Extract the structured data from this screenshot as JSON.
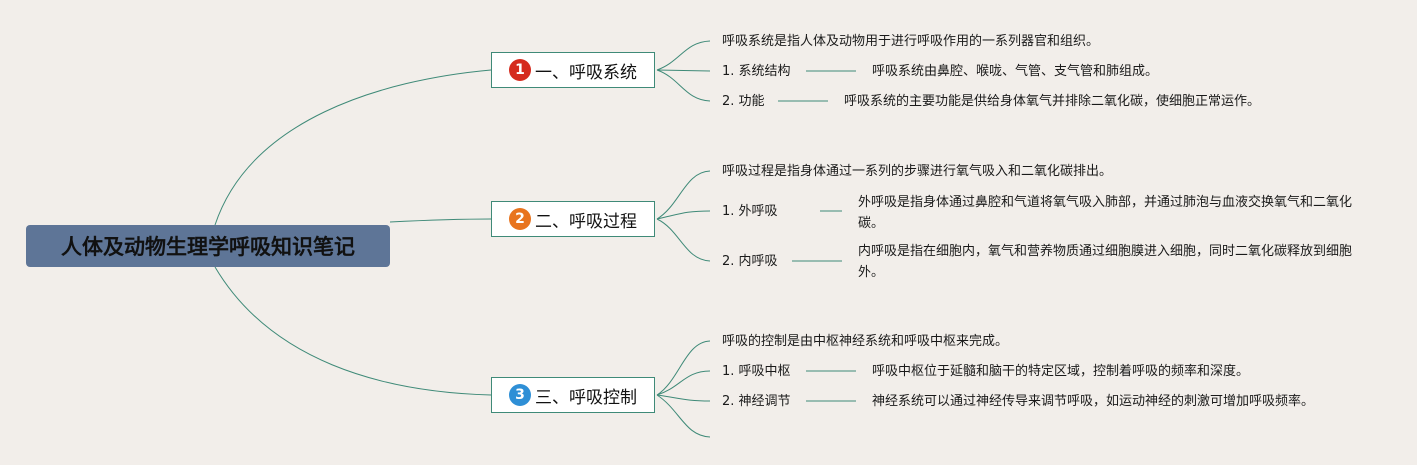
{
  "colors": {
    "background": "#f2eeea",
    "root_fill": "#5e7597",
    "branch_border": "#3f8a78",
    "connector": "#3f8a78",
    "badge_1": "#d52b1e",
    "badge_2": "#e8741e",
    "badge_3": "#2e8fd6"
  },
  "root": {
    "title": "人体及动物生理学呼吸知识笔记"
  },
  "branches": [
    {
      "badge": "1",
      "title": "一、呼吸系统",
      "summary": "呼吸系统是指人体及动物用于进行呼吸作用的一系列器官和组织。",
      "items": [
        {
          "label": "1. 系统结构",
          "detail": "呼吸系统由鼻腔、喉咙、气管、支气管和肺组成。"
        },
        {
          "label": "2. 功能",
          "detail": "呼吸系统的主要功能是供给身体氧气并排除二氧化碳，使细胞正常运作。"
        }
      ]
    },
    {
      "badge": "2",
      "title": "二、呼吸过程",
      "summary": "呼吸过程是指身体通过一系列的步骤进行氧气吸入和二氧化碳排出。",
      "items": [
        {
          "label": "1. 外呼吸",
          "detail": "外呼吸是指身体通过鼻腔和气道将氧气吸入肺部，并通过肺泡与血液交换氧气和二氧化碳。"
        },
        {
          "label": "2. 内呼吸",
          "detail": "内呼吸是指在细胞内，氧气和营养物质通过细胞膜进入细胞，同时二氧化碳释放到细胞外。"
        }
      ]
    },
    {
      "badge": "3",
      "title": "三、呼吸控制",
      "summary": "呼吸的控制是由中枢神经系统和呼吸中枢来完成。",
      "items": [
        {
          "label": "1. 呼吸中枢",
          "detail": "呼吸中枢位于延髓和脑干的特定区域，控制着呼吸的频率和深度。"
        },
        {
          "label": "2. 神经调节",
          "detail": "神经系统可以通过神经传导来调节呼吸，如运动神经的刺激可增加呼吸频率。"
        }
      ]
    }
  ]
}
